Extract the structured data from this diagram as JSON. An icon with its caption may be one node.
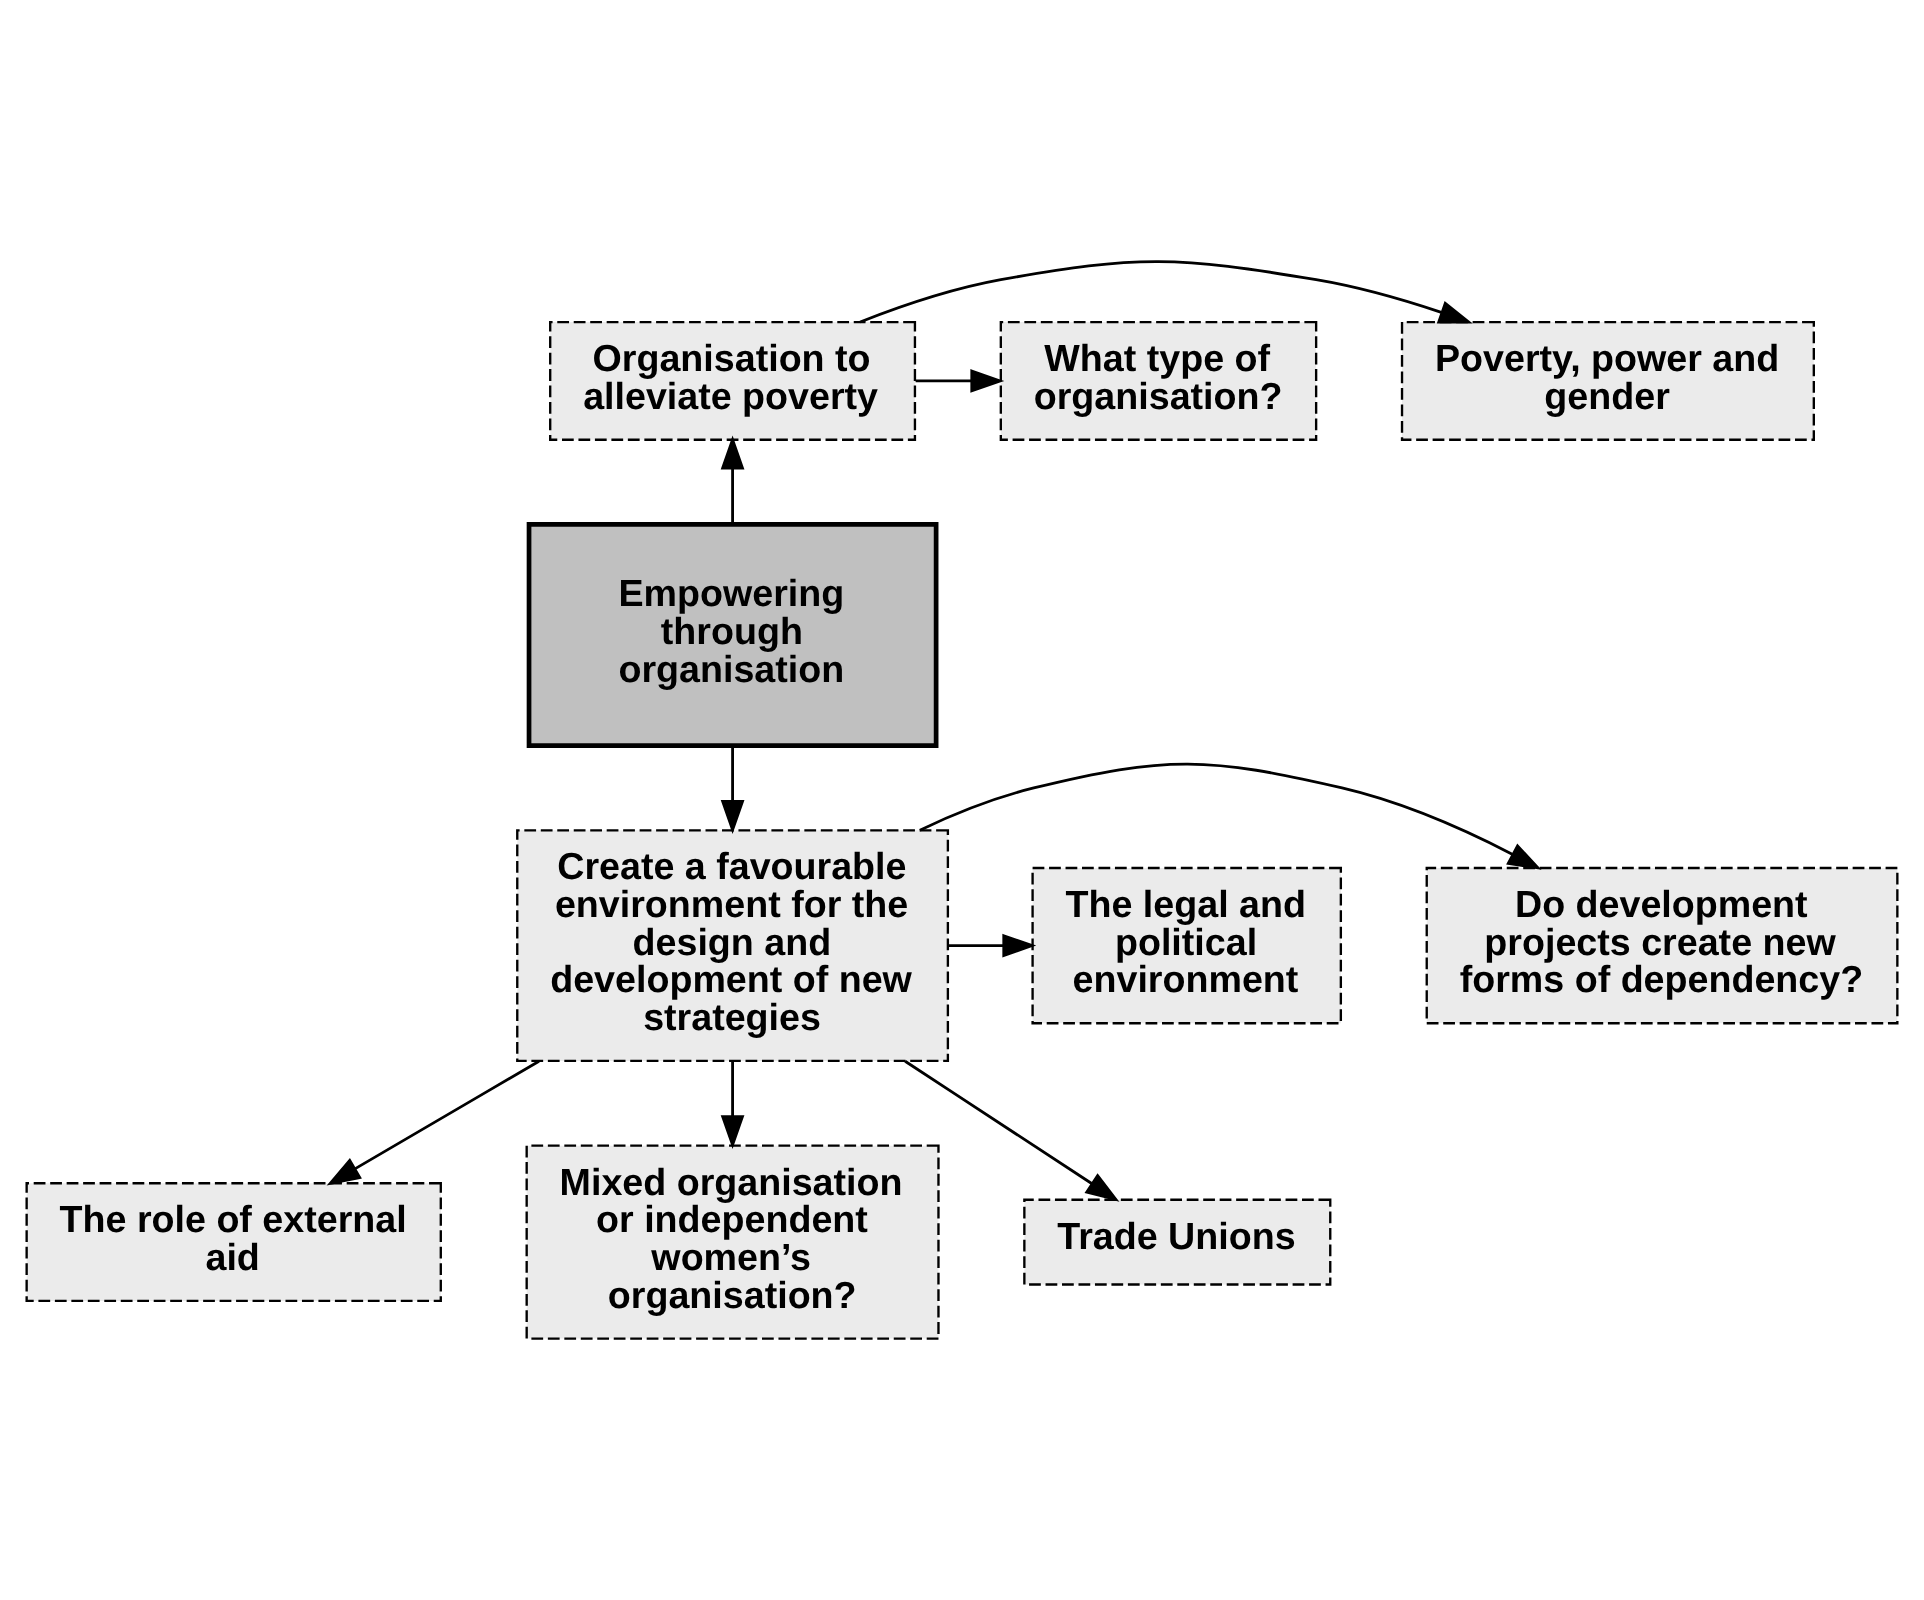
{
  "diagram": {
    "nodes": [
      {
        "text": [
          "Empowering through organisation"
        ]
      },
      {
        "text": [
          "Organisation to alleviate poverty"
        ]
      },
      {
        "text": [
          "Poverty, power and gender"
        ]
      },
      {
        "text": [
          "What type of organisation?"
        ]
      },
      {
        "text": [
          "Create a favourable environment for the design and development of new strategies"
        ]
      },
      {
        "text": [
          "Do development projects create new forms of dependency?"
        ]
      },
      {
        "text": [
          "The legal and political environment"
        ]
      },
      {
        "text": [
          "The role of external aid"
        ]
      },
      {
        "text": [
          "Mixed organisation or independent women’s organisation?"
        ]
      },
      {
        "text": [
          "Trade Unions"
        ]
      }
    ],
    "edges": [
      {
        "from": 0,
        "to": 1,
        "arrow": "to"
      },
      {
        "from": 1,
        "to": 2,
        "arrow": "to"
      },
      {
        "from": 1,
        "to": 3,
        "arrow": "to"
      },
      {
        "from": 0,
        "to": 4,
        "arrow": "to"
      },
      {
        "from": 4,
        "to": 5,
        "arrow": "to"
      },
      {
        "from": 4,
        "to": 6,
        "arrow": "to"
      },
      {
        "from": 4,
        "to": 7,
        "arrow": "to"
      },
      {
        "from": 4,
        "to": 8,
        "arrow": "to"
      },
      {
        "from": 4,
        "to": 9,
        "arrow": "to"
      }
    ]
  }
}
